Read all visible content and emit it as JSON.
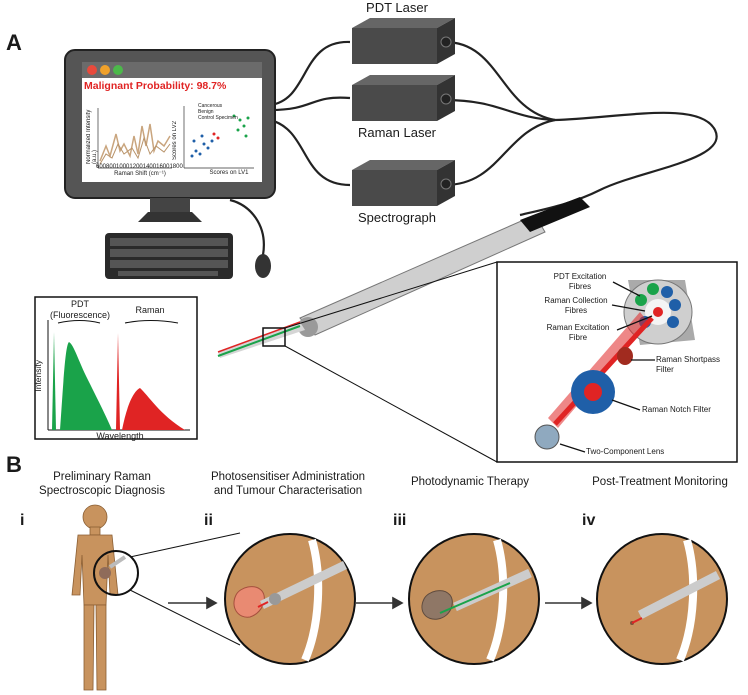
{
  "panel_a": {
    "letter": "A",
    "monitor": {
      "probability_text": "Malignant Probability: 98.7%",
      "spectrum_ylabel": "Normalized Intensity (a.u.)",
      "spectrum_xlabel": "Raman Shift (cm⁻¹)",
      "spectrum_ticks": [
        "600",
        "800",
        "1000",
        "1200",
        "1400",
        "1600",
        "1800"
      ],
      "scatter_xlabel": "Scores on LV1",
      "scatter_ylabel": "Scores on LV2",
      "scatter_legend": [
        "Cancerous",
        "Benign",
        "Control Specimen"
      ],
      "window_button_colors": [
        "#e84a3c",
        "#f0a12a",
        "#4cb84a"
      ]
    },
    "devices": {
      "pdt_laser": "PDT Laser",
      "raman_laser": "Raman Laser",
      "spectrograph": "Spectrograph"
    },
    "spectrum_inset": {
      "pdt_label_line1": "PDT",
      "pdt_label_line2": "(Fluorescence)",
      "raman_label": "Raman",
      "ylabel": "Intensity",
      "xlabel": "Wavelength"
    },
    "probe_inset": {
      "pdt_fibres": "PDT Excitation Fibres",
      "raman_collection": "Raman Collection Fibres",
      "raman_excitation": "Raman Excitation Fibre",
      "shortpass": "Raman Shortpass Filter",
      "notch": "Raman Notch Filter",
      "lens": "Two-Component Lens"
    }
  },
  "panel_b": {
    "letter": "B",
    "stages": [
      {
        "numeral": "i",
        "title_line1": "Preliminary Raman",
        "title_line2": "Spectroscopic Diagnosis"
      },
      {
        "numeral": "ii",
        "title_line1": "Photosensitiser Administration",
        "title_line2": "and Tumour Characterisation"
      },
      {
        "numeral": "iii",
        "title_line1": "Photodynamic Therapy",
        "title_line2": ""
      },
      {
        "numeral": "iv",
        "title_line1": "Post-Treatment Monitoring",
        "title_line2": ""
      }
    ]
  },
  "colors": {
    "skin": "#c8935e",
    "pdt_green": "#1aa34a",
    "raman_red": "#e02424",
    "device_grey": "#4a4a4a",
    "filter_blue": "#1f5fa8"
  }
}
